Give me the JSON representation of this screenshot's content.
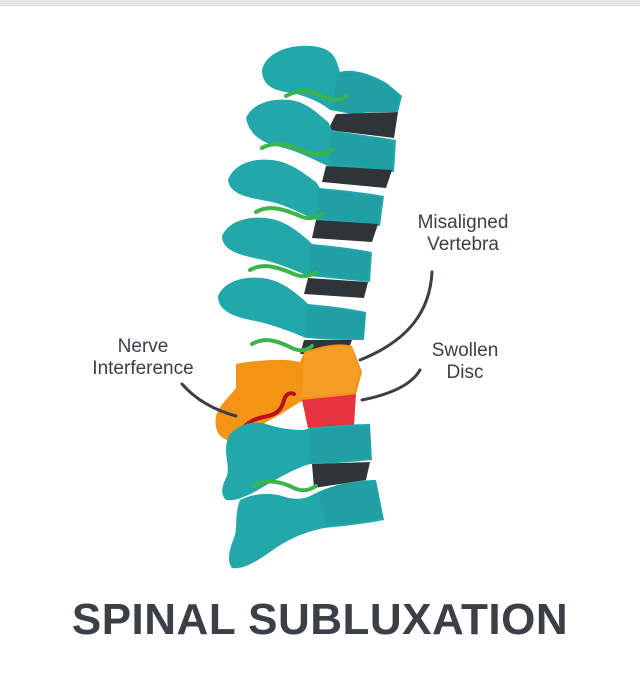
{
  "labels": {
    "misaligned_line1": "Misaligned",
    "misaligned_line2": "Vertebra",
    "nerve_line1": "Nerve",
    "nerve_line2": "Interference",
    "swollen_line1": "Swollen",
    "swollen_line2": "Disc"
  },
  "title": "SPINAL SUBLUXATION",
  "colors": {
    "vertebra": "#22a7ab",
    "vertebra_shade": "#1e959a",
    "disc": "#2f3438",
    "nerve": "#3cb44a",
    "misaligned_vertebra": "#f49417",
    "swollen_disc": "#e8333e",
    "irritated_nerve": "#b5121b",
    "text": "#3b3f46"
  }
}
